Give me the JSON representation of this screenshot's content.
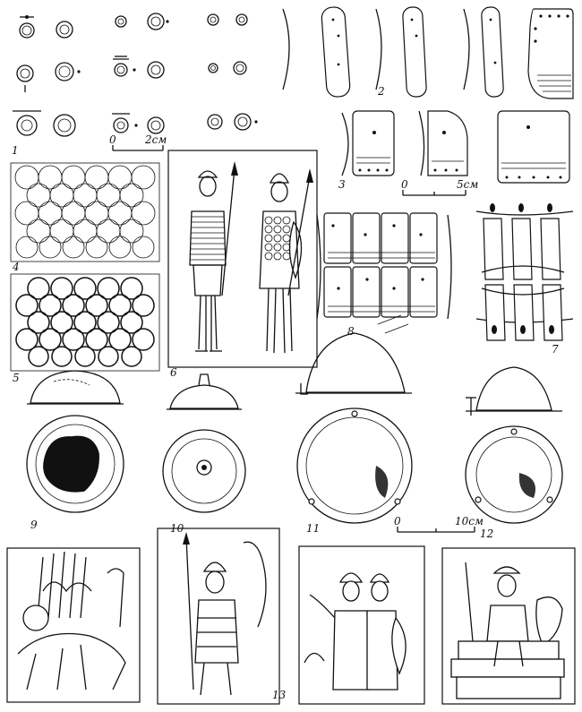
{
  "figure_numbers": {
    "n1": "1",
    "n2": "2",
    "n3": "3",
    "n4": "4",
    "n5": "5",
    "n6": "6",
    "n7": "7",
    "n8": "8",
    "n9": "9",
    "n10": "10",
    "n11": "11",
    "n12": "12",
    "n13": "13"
  },
  "scales": {
    "rings": {
      "zero": "0",
      "end": "2см"
    },
    "plates": {
      "zero": "0",
      "end": "5см"
    },
    "helmets": {
      "zero": "0",
      "end": "10см"
    }
  }
}
